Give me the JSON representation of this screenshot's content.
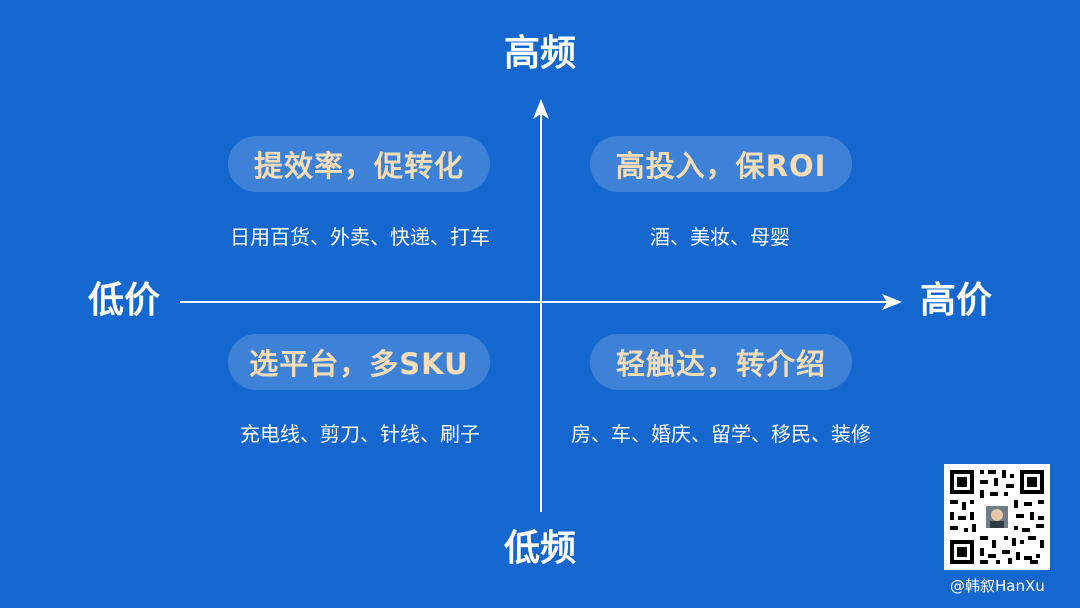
{
  "axes": {
    "top": "高频",
    "bottom": "低频",
    "left": "低价",
    "right": "高价"
  },
  "quadrants": {
    "top_left": {
      "strategy": "提效率，促转化",
      "examples": "日用百货、外卖、快递、打车"
    },
    "top_right": {
      "strategy": "高投入，保ROI",
      "examples": "酒、美妆、母婴"
    },
    "bottom_left": {
      "strategy": "选平台，多SKU",
      "examples": "充电线、剪刀、针线、刷子"
    },
    "bottom_right": {
      "strategy": "轻触达，转介绍",
      "examples": "房、车、婚庆、留学、移民、装修"
    }
  },
  "author": {
    "handle": "@韩叙HanXu",
    "qr_icon": "qr-code-icon"
  },
  "colors": {
    "background": "#1467cf",
    "pill_text": "#f6ddb8",
    "axis": "#ffffff"
  }
}
